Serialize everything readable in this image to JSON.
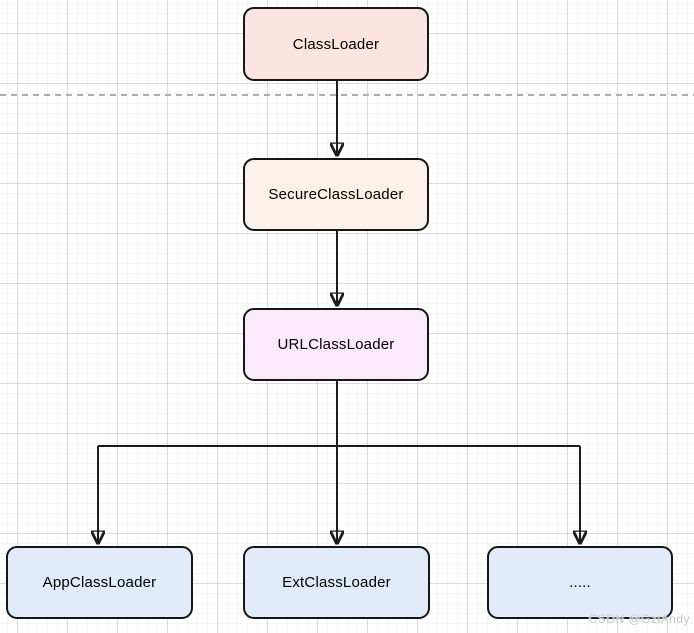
{
  "diagram": {
    "nodes": [
      {
        "id": "classloader",
        "label": "ClassLoader",
        "fill": "#fce4e1"
      },
      {
        "id": "secure-classloader",
        "label": "SecureClassLoader",
        "fill": "#fcf1e8"
      },
      {
        "id": "url-classloader",
        "label": "URLClassLoader",
        "fill": "#faeafb"
      },
      {
        "id": "app-classloader",
        "label": "AppClassLoader",
        "fill": "#e1ebfa"
      },
      {
        "id": "ext-classloader",
        "label": "ExtClassLoader",
        "fill": "#e1ebfa"
      },
      {
        "id": "ellipsis",
        "label": ".....",
        "fill": "#e1ebfa"
      }
    ],
    "edges": [
      {
        "from": "classloader",
        "to": "secure-classloader"
      },
      {
        "from": "secure-classloader",
        "to": "url-classloader"
      },
      {
        "from": "url-classloader",
        "to": "app-classloader"
      },
      {
        "from": "url-classloader",
        "to": "ext-classloader"
      },
      {
        "from": "url-classloader",
        "to": "ellipsis"
      }
    ]
  },
  "colors": {
    "node_border": "#161616",
    "connector": "#1c1c1c",
    "grid_minor": "#f5f5f5",
    "grid_major": "#e4e4e4",
    "page_divider": "#aeaeae",
    "canvas_background": "#ffffff"
  },
  "watermark": {
    "text": "CSDN @GzlAndy"
  }
}
